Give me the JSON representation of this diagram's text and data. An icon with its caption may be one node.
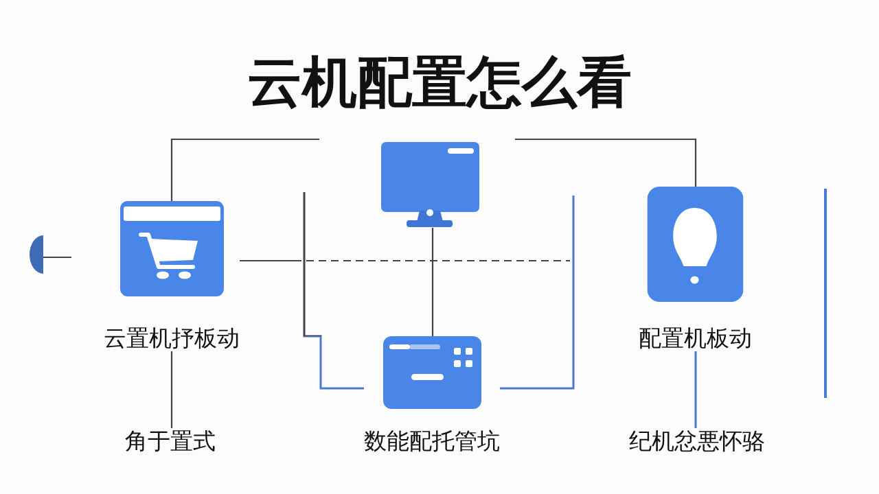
{
  "diagram": {
    "title": "云机配置怎么看",
    "nodes": [
      {
        "text": [],
        "shape": "circle"
      },
      {
        "text": [
          "云置机抒板动"
        ]
      },
      {
        "text": [],
        "shape": "picture"
      },
      {
        "text": [
          "数能配托管坑"
        ]
      },
      {
        "text": [
          "配置机板动"
        ]
      },
      {
        "text": [
          "角于置式"
        ]
      },
      {
        "text": [
          "纪机忿悪怀骆"
        ]
      }
    ],
    "edges": [
      {
        "from": 0,
        "to": null,
        "arrow": "none"
      },
      {
        "from": 1,
        "to": null,
        "arrow": "none"
      },
      {
        "from": null,
        "to": 4,
        "arrow": "none"
      },
      {
        "from": 1,
        "to": null,
        "arrow": "none",
        "style": "dashed"
      },
      {
        "from": 2,
        "to": 3,
        "arrow": "none"
      },
      {
        "from": null,
        "to": 3,
        "arrow": "none",
        "color": "#4a7bd0"
      },
      {
        "from": null,
        "to": 3,
        "arrow": "none",
        "color": "#4a7bd0"
      },
      {
        "from": 1,
        "to": 5,
        "arrow": "none"
      },
      {
        "from": 4,
        "to": 6,
        "arrow": "none",
        "color": "#4a7bd0"
      }
    ]
  }
}
